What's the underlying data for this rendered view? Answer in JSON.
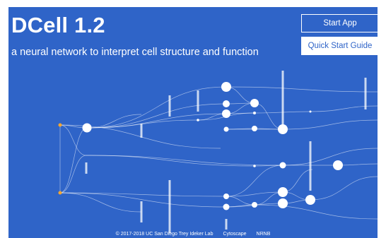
{
  "app": {
    "title": "DCell 1.2",
    "subtitle": "a neural network to interpret cell structure and function"
  },
  "buttons": {
    "start_app": "Start App",
    "quick_start": "Quick Start Guide"
  },
  "footer": {
    "copyright": "© 2017-2018 UC San Diego Trey Ideker Lab",
    "links": [
      "Cytoscape",
      "NRNB"
    ]
  },
  "colors": {
    "background": "#2f64c8",
    "accent_button_text": "#2f64c8",
    "input_node": "#f4a630",
    "node": "#ffffff"
  }
}
